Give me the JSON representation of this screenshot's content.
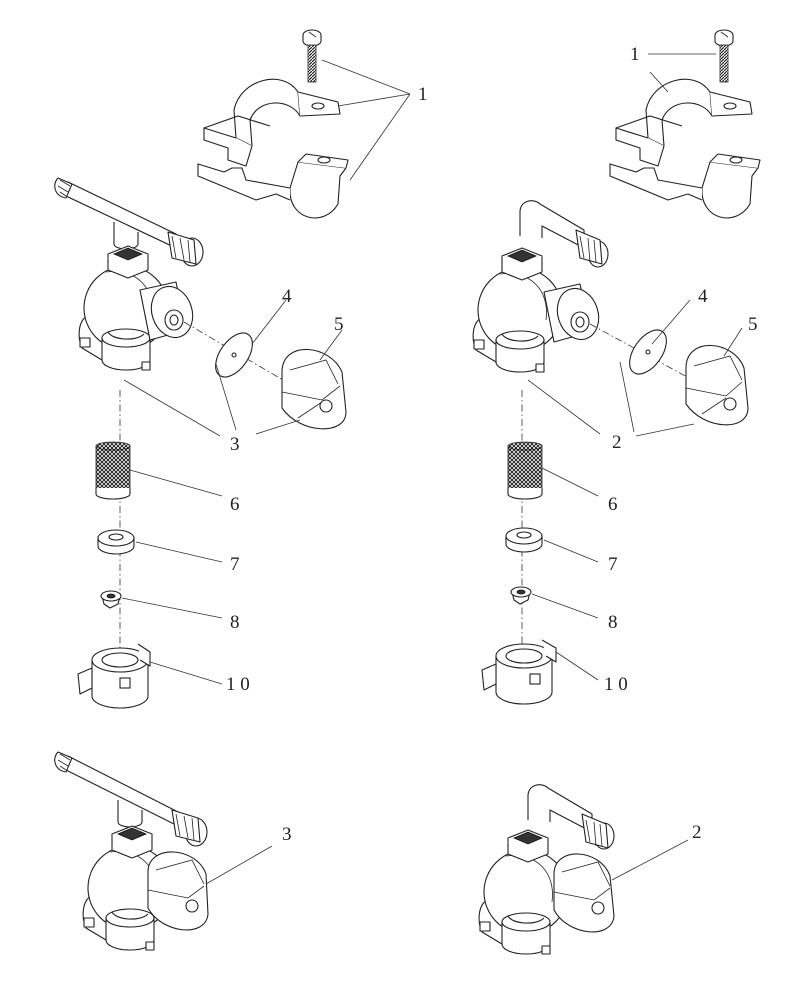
{
  "callouts": {
    "left": {
      "n1": "1",
      "n3": "3",
      "n4": "4",
      "n5": "5",
      "n6": "6",
      "n7": "7",
      "n8": "8",
      "n10": "1 0"
    },
    "right": {
      "n1": "1",
      "n2": "2",
      "n4": "4",
      "n5": "5",
      "n6": "6",
      "n7": "7",
      "n8": "8",
      "n10": "1 0"
    },
    "bottom_left": {
      "n3": "3"
    },
    "bottom_right": {
      "n2": "2"
    }
  }
}
